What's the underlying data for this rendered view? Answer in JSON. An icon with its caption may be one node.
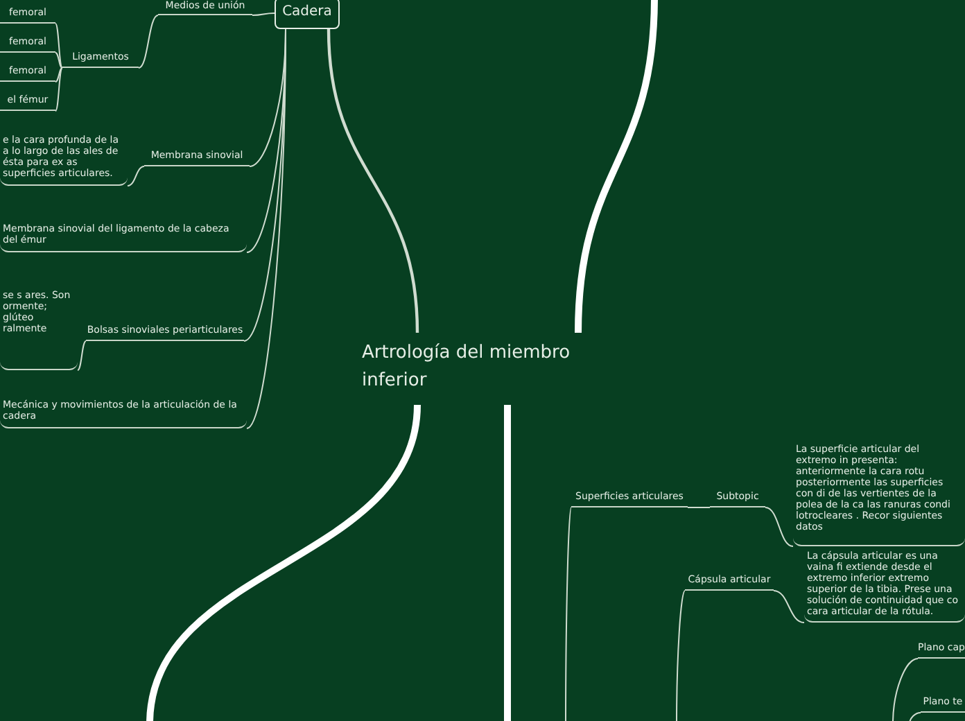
{
  "diagram": {
    "nodes": [
      {
        "text": [
          "Artrología del miembro inferior"
        ]
      },
      {
        "text": [
          "Cadera"
        ]
      },
      {
        "text": [
          "Medios de unión"
        ]
      },
      {
        "text": [
          "Ligamentos"
        ]
      },
      {
        "text": [
          "femoral"
        ]
      },
      {
        "text": [
          "femoral"
        ]
      },
      {
        "text": [
          "femoral"
        ]
      },
      {
        "text": [
          "el fémur"
        ]
      },
      {
        "text": [
          "Membrana sinovial"
        ]
      },
      {
        "text": [
          "e la cara profunda de la a lo largo de las ales de ésta para ex as superficies articulares."
        ]
      },
      {
        "text": [
          "Membrana sinovial del ligamento de la cabeza del émur"
        ]
      },
      {
        "text": [
          "Bolsas sinoviales periarticulares"
        ]
      },
      {
        "text": [
          "se s ares. Son ormente; glúteo ralmente"
        ]
      },
      {
        "text": [
          "Mecánica y movimientos de la articulación de la cadera"
        ]
      },
      {
        "text": [
          "Superficies articulares"
        ]
      },
      {
        "text": [
          "Subtopic"
        ]
      },
      {
        "text": [
          "La superficie articular del extremo in presenta: anteriormente la cara rotu posteriormente las superficies con di de las vertientes de la polea de la ca las ranuras condi lotrocleares . Recor siguientes datos"
        ]
      },
      {
        "text": [
          "Cápsula articular"
        ]
      },
      {
        "text": [
          "La cápsula articular es una vaina fi extiende desde el extremo inferior extremo superior de la tibia. Prese una solución de continuidad que co cara articular de la rótula."
        ]
      },
      {
        "text": [
          "Plano cap"
        ]
      },
      {
        "text": [
          "Plano te"
        ]
      }
    ],
    "edges": [
      {
        "from": 0,
        "to": 1,
        "arrow": "none"
      },
      {
        "from": 0,
        "to": null,
        "arrow": "none",
        "style": "thick"
      },
      {
        "from": 0,
        "to": null,
        "arrow": "none",
        "style": "thick"
      },
      {
        "from": 0,
        "to": null,
        "arrow": "none",
        "style": "thick"
      },
      {
        "from": 1,
        "to": 2,
        "arrow": "none"
      },
      {
        "from": 2,
        "to": 3,
        "arrow": "none"
      },
      {
        "from": 3,
        "to": 4,
        "arrow": "none"
      },
      {
        "from": 3,
        "to": 5,
        "arrow": "none"
      },
      {
        "from": 3,
        "to": 6,
        "arrow": "none"
      },
      {
        "from": 3,
        "to": 7,
        "arrow": "none"
      },
      {
        "from": 1,
        "to": 8,
        "arrow": "none"
      },
      {
        "from": 8,
        "to": 9,
        "arrow": "none"
      },
      {
        "from": 1,
        "to": 10,
        "arrow": "none"
      },
      {
        "from": 1,
        "to": 11,
        "arrow": "none"
      },
      {
        "from": 11,
        "to": 12,
        "arrow": "none"
      },
      {
        "from": 1,
        "to": 13,
        "arrow": "none"
      },
      {
        "from": null,
        "to": 14,
        "arrow": "none"
      },
      {
        "from": 14,
        "to": 15,
        "arrow": "none"
      },
      {
        "from": 15,
        "to": 16,
        "arrow": "none"
      },
      {
        "from": null,
        "to": 17,
        "arrow": "none"
      },
      {
        "from": 17,
        "to": 18,
        "arrow": "none"
      },
      {
        "from": null,
        "to": 19,
        "arrow": "none"
      },
      {
        "from": null,
        "to": 20,
        "arrow": "none"
      }
    ]
  }
}
